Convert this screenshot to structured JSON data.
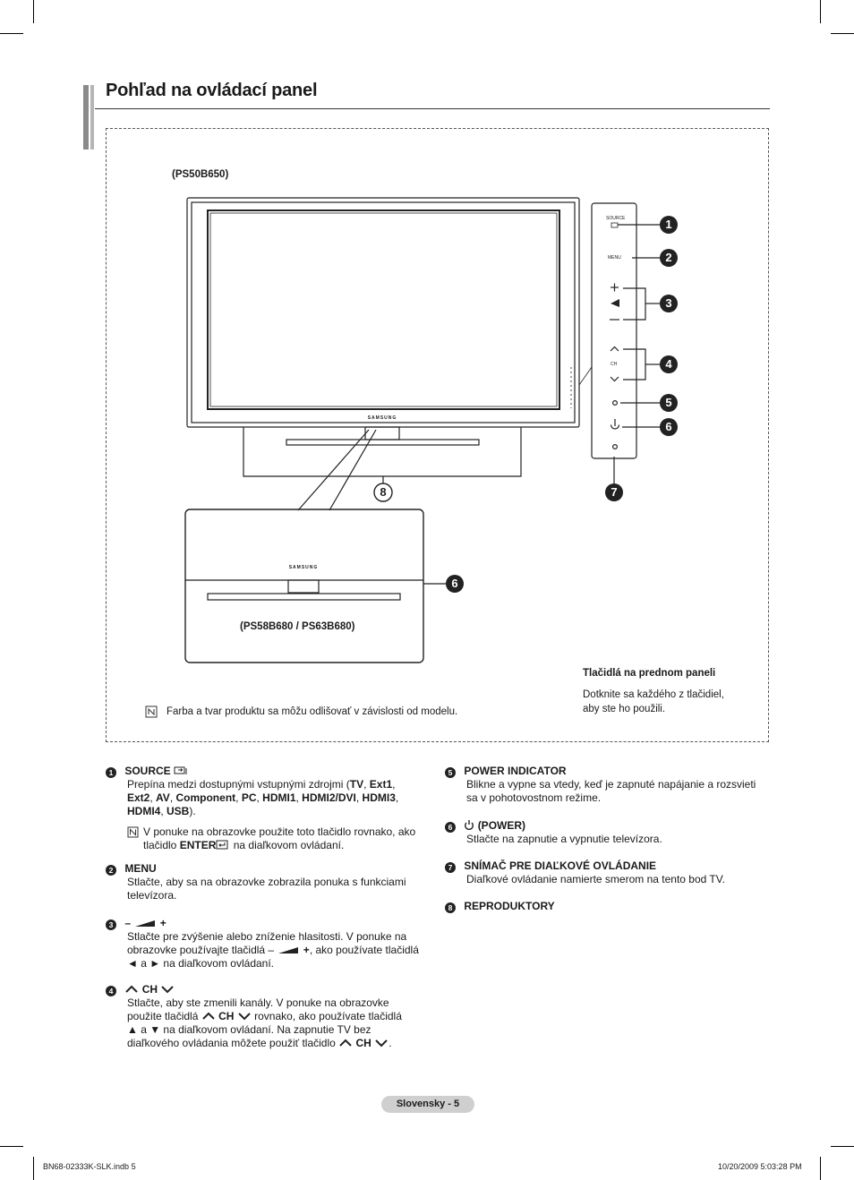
{
  "page_title": "Pohľad na ovládací panel",
  "model_top": "(PS50B650)",
  "model_bottom": "(PS58B680 / PS63B680)",
  "brand": "SAMSUNG",
  "panel_labels": {
    "source": "SOURCE",
    "menu": "MENU",
    "ch": "CH"
  },
  "callouts": [
    "1",
    "2",
    "3",
    "4",
    "5",
    "6",
    "7",
    "8"
  ],
  "front_panel": {
    "heading": "Tlačidlá na prednom paneli",
    "text_line1": "Dotknite sa každého z tlačidiel,",
    "text_line2": "aby ste ho použili."
  },
  "note_icon": "note-icon",
  "note": "Farba a tvar produktu sa môžu odlišovať v závislosti od modelu.",
  "items": {
    "i1": {
      "num": "1",
      "title": "SOURCE",
      "l1": "Prepína medzi dostupnými vstupnými zdrojmi (",
      "tv": "TV",
      "ext1": "Ext1",
      "ext2": "Ext2",
      "av": "AV",
      "component": "Component",
      "pc": "PC",
      "hdmi1": "HDMI1",
      "hdmi2": "HDMI2/DVI",
      "hdmi3": "HDMI3",
      "hdmi4": "HDMI4",
      "usb": "USB",
      "note_a": "V ponuke na obrazovke použite toto tlačidlo rovnako, ako",
      "note_b": "tlačidlo",
      "enter": "ENTER",
      "note_c": "na diaľkovom ovládaní."
    },
    "i2": {
      "num": "2",
      "title": "MENU",
      "l1": "Stlačte, aby sa na obrazovke zobrazila ponuka s funkciami",
      "l2": "televízora."
    },
    "i3": {
      "num": "3",
      "minus": "–",
      "plus": "+",
      "l1": "Stlačte pre zvýšenie alebo zníženie hlasitosti. V ponuke na",
      "l2a": "obrazovke používajte tlačidlá –",
      "l2b": "+",
      "l2c": ", ako používate tlačidlá",
      "l3": "◄ a ► na diaľkovom ovládaní."
    },
    "i4": {
      "num": "4",
      "title": "CH",
      "l1": "Stlačte, aby ste zmenili kanály. V ponuke na obrazovke",
      "l2a": "použite tlačidlá",
      "l2b": "CH",
      "l2c": "rovnako, ako používate tlačidlá",
      "l3": "▲ a ▼ na diaľkovom ovládaní. Na zapnutie TV bez",
      "l4a": "diaľkového ovládania môžete použiť tlačidlo",
      "l4b": "CH",
      "l4c": "."
    },
    "i5": {
      "num": "5",
      "title": "POWER INDICATOR",
      "l1": "Blikne a vypne sa vtedy, keď je zapnuté napájanie a rozsvieti",
      "l2": "sa v pohotovostnom režime."
    },
    "i6": {
      "num": "6",
      "title": "(POWER)",
      "l1": "Stlačte na zapnutie a vypnutie televízora."
    },
    "i7": {
      "num": "7",
      "title": "SNÍMAČ PRE DIAĽKOVÉ OVLÁDANIE",
      "l1": "Diaľkové ovládanie namierte smerom na tento bod TV."
    },
    "i8": {
      "num": "8",
      "title": "REPRODUKTORY"
    }
  },
  "footer": {
    "page_label": "Slovensky - 5",
    "file": "BN68-02333K-SLK.indb   5",
    "datetime": "10/20/2009   5:03:28 PM"
  }
}
